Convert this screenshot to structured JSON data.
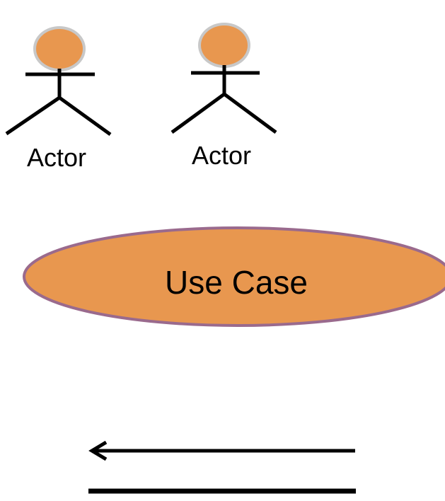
{
  "actors": [
    {
      "label": "Actor"
    },
    {
      "label": "Actor"
    }
  ],
  "use_case": {
    "label": "Use Case"
  },
  "colors": {
    "fill": "#e8974f",
    "head_border": "#c8c8c8",
    "ellipse_border": "#9a6a8d",
    "stroke": "#000000"
  },
  "connectors": [
    {
      "kind": "directed-association",
      "arrowhead": "left"
    },
    {
      "kind": "association",
      "arrowhead": "none"
    }
  ]
}
